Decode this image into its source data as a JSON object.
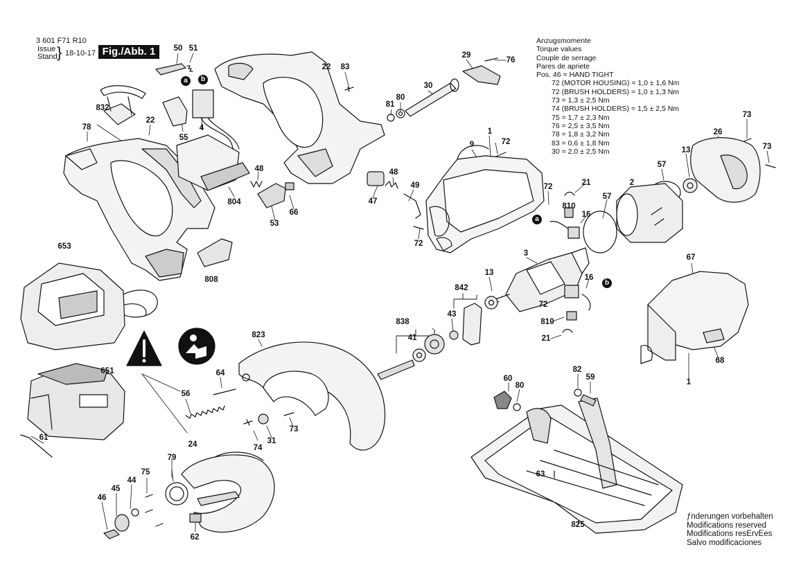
{
  "header": {
    "part_number": "3 601 F71 R10",
    "issue_label": "Issue",
    "stand_label": "Stand",
    "date": "18-10-17",
    "figure_label": "Fig./Abb. 1"
  },
  "torque": {
    "lines": [
      "Anzugsmomente",
      "Torque values",
      "Couple de serrage",
      "Pares de apriete",
      "Pos. 46 = HAND TIGHT"
    ],
    "values": [
      "72 (MOTOR HOUSING) = 1,0 ± 1,6 Nm",
      "72 (BRUSH HOLDERS) = 1,0 ± 1,3 Nm",
      "73 = 1,3 ± 2,5 Nm",
      "74 (BRUSH HOLDERS) = 1,5 ± 2,5 Nm",
      "75 = 1,7 ± 2,3 Nm",
      "76 = 2,5 ± 3,5 Nm",
      "78 = 1,8 ± 3,2 Nm",
      "83 = 0,6 ± 1,8 Nm",
      "30 = 2,0 ± 2,5 Nm"
    ]
  },
  "footer": [
    "ƒnderungen vorbehalten",
    "Modifications reserved",
    "Modifications resErvEes",
    "Salvo modificaciones"
  ],
  "markers": {
    "a": "a",
    "b": "b"
  },
  "callouts": {
    "p50": "50",
    "p51": "51",
    "p22a": "22",
    "p83": "83",
    "p29": "29",
    "p76": "76",
    "p30": "30",
    "p81": "81",
    "p80a": "80",
    "p832": "832",
    "p78": "78",
    "p22b": "22",
    "p4": "4",
    "p55": "55",
    "p48a": "48",
    "p804": "804",
    "p53": "53",
    "p66": "66",
    "p1a": "1",
    "p72a": "72",
    "p9": "9",
    "p48b": "48",
    "p49": "49",
    "p47": "47",
    "p72b": "72",
    "p73a": "73",
    "p73b": "73",
    "p26": "26",
    "p13a": "13",
    "p57a": "57",
    "p2": "2",
    "p72c": "72",
    "p21a": "21",
    "p810a": "810",
    "p16a": "16",
    "p57b": "57",
    "p653": "653",
    "p808": "808",
    "p3": "3",
    "p842": "842",
    "p13b": "13",
    "p67": "67",
    "p16b": "16",
    "p72d": "72",
    "p838": "838",
    "p43": "43",
    "p41": "41",
    "p810b": "810",
    "p21b": "21",
    "p823": "823",
    "p68": "68",
    "p1b": "1",
    "p651": "651",
    "p64": "64",
    "p56": "56",
    "p82": "82",
    "p60": "60",
    "p80b": "80",
    "p59": "59",
    "p74": "74",
    "p31": "31",
    "p73c": "73",
    "p61": "61",
    "p24": "24",
    "p79": "79",
    "p75": "75",
    "p44": "44",
    "p45": "45",
    "p46": "46",
    "p62": "62",
    "p63": "63",
    "p825": "825"
  },
  "colors": {
    "ink": "#111111",
    "paper": "#ffffff",
    "shade": "#d9d9d9",
    "dark": "#555555"
  },
  "icons": [
    "warning-triangle-icon",
    "read-manual-icon"
  ]
}
